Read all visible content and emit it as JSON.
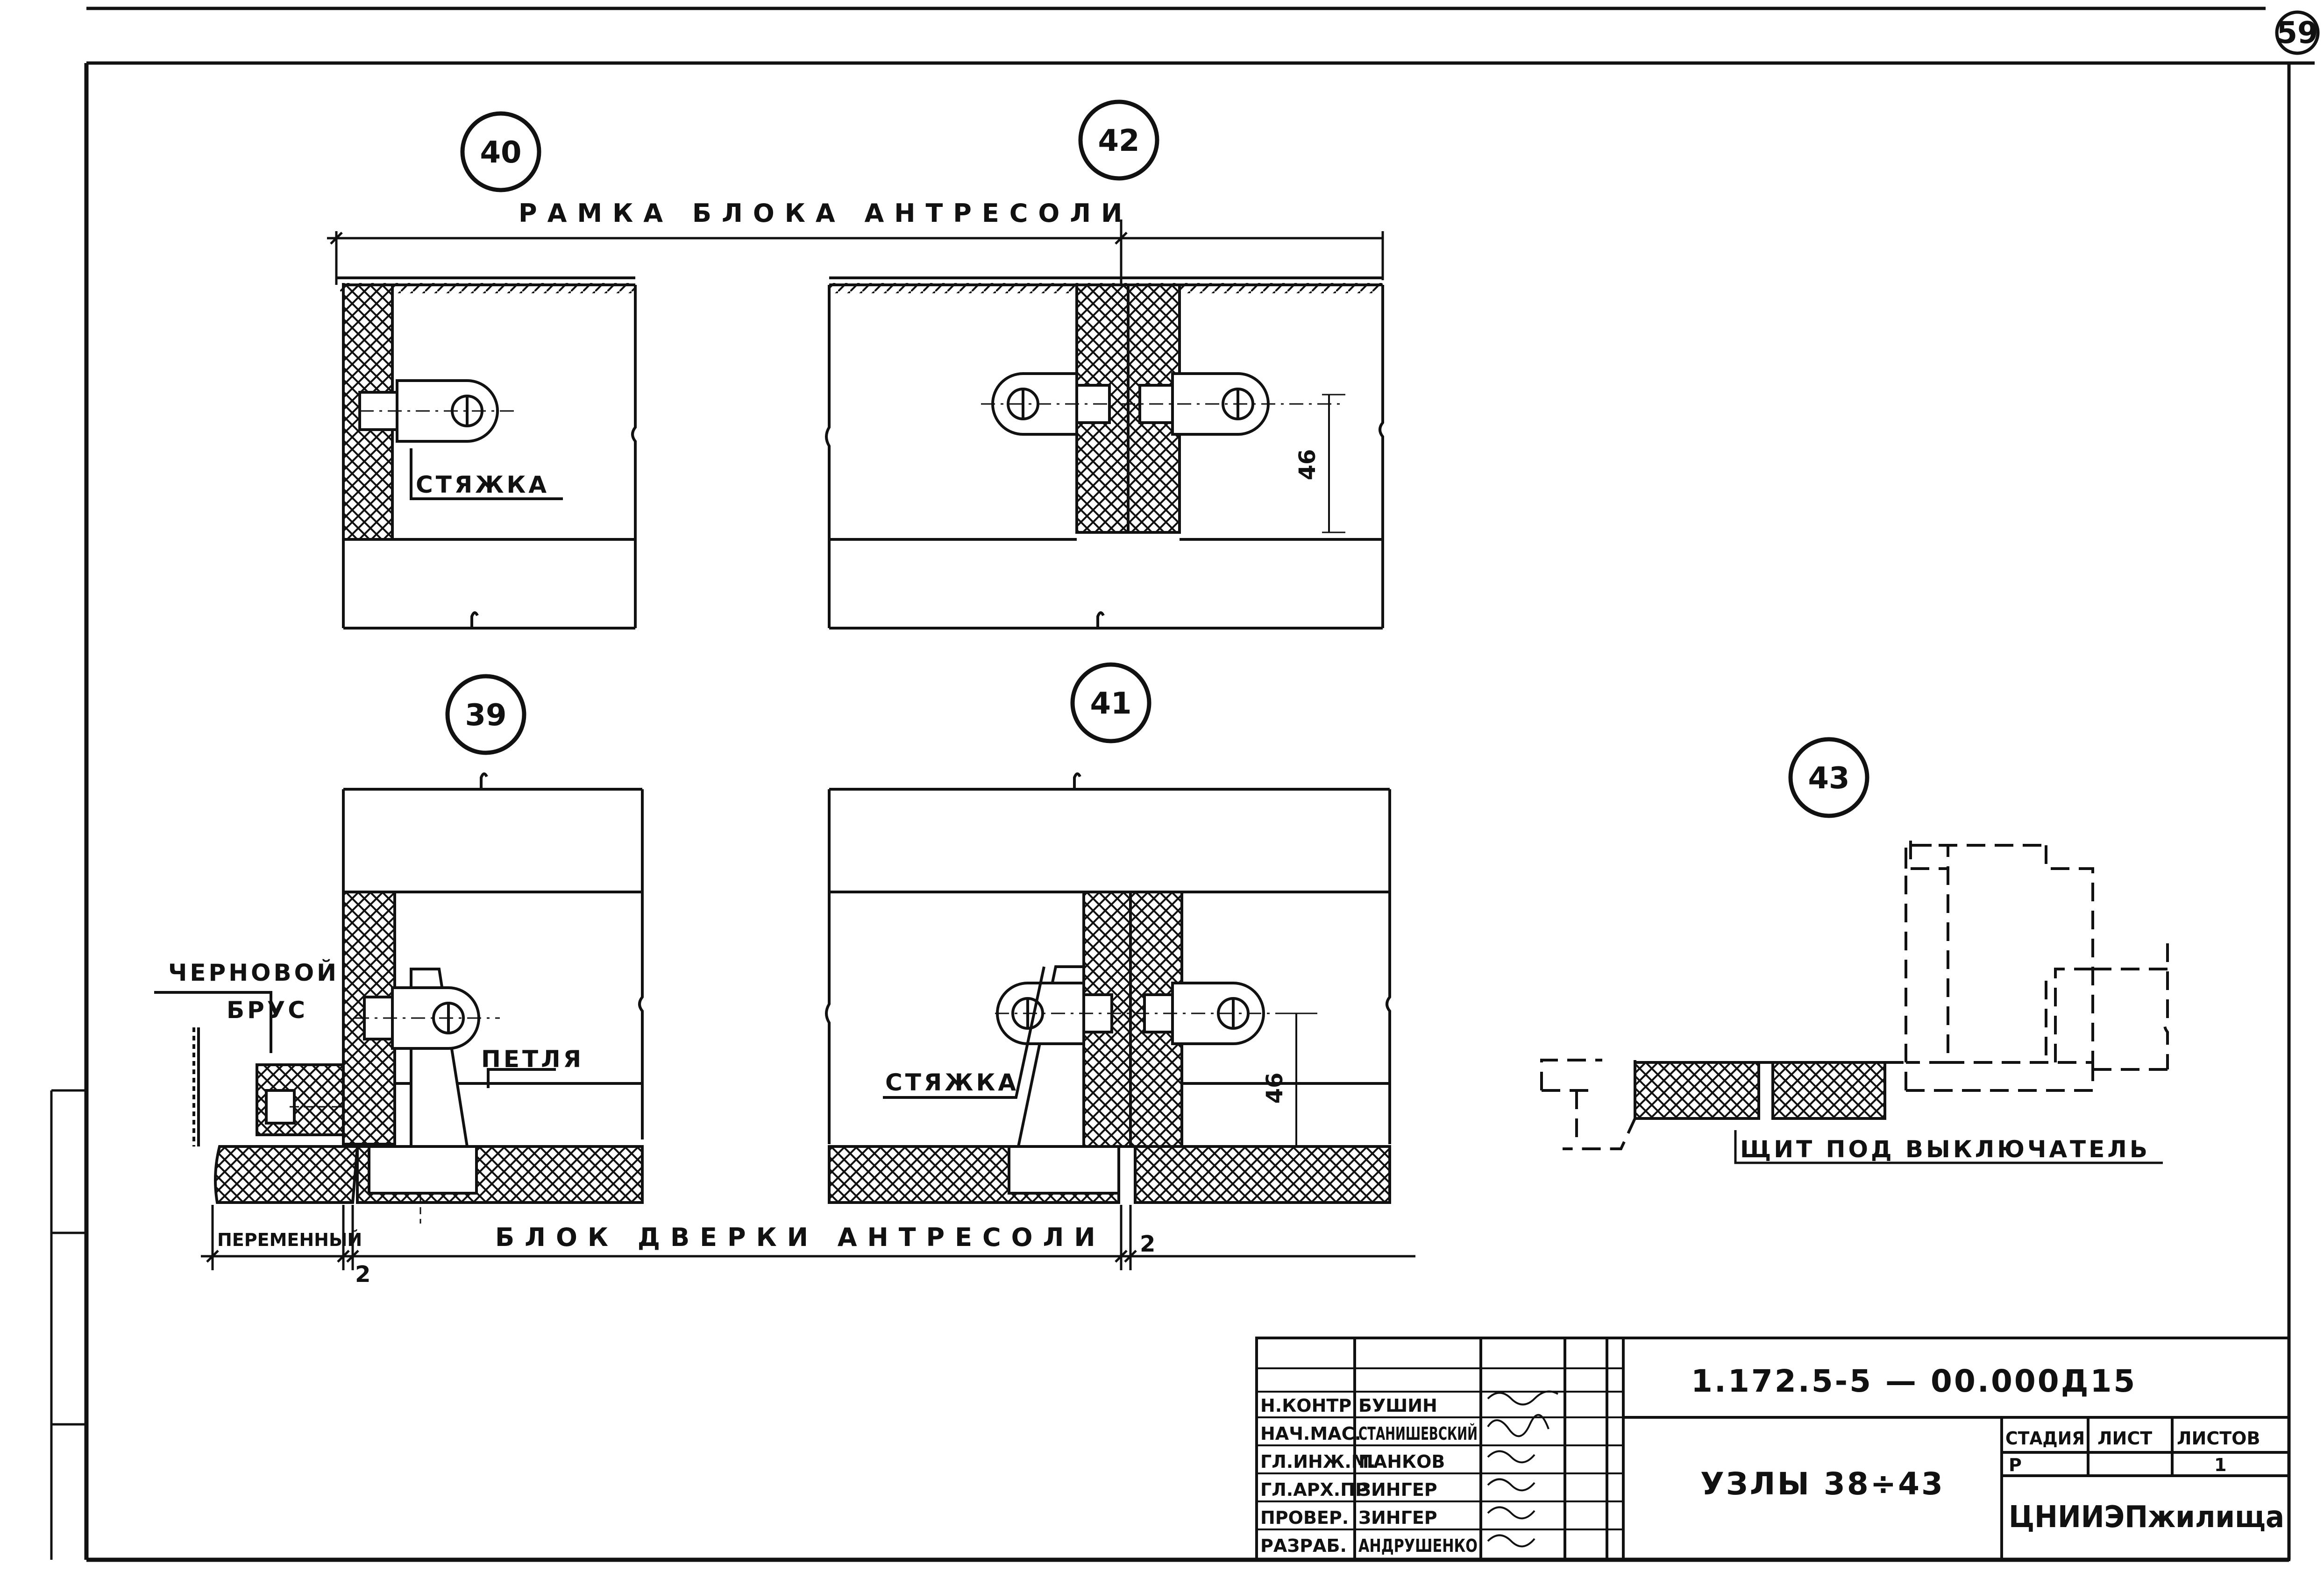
{
  "sheet_number": "59",
  "labels": {
    "frame_title": "РАМКА БЛОКА АНТРЕСОЛИ",
    "door_title": "БЛОК ДВЕРКИ АНТРЕСОЛИ",
    "tie_40": "СТЯЖКА",
    "tie_41": "СТЯЖКА",
    "rough": "ЧЕРНОВОЙ",
    "beam": "БРУС",
    "hinge": "ПЕТЛЯ",
    "variable": "ПЕРЕМЕННЫЙ",
    "switch_panel": "ЩИТ ПОД ВЫКЛЮЧАТЕЛЬ"
  },
  "nodes": {
    "n40": "40",
    "n42": "42",
    "n39": "39",
    "n41": "41",
    "n43": "43"
  },
  "dims": {
    "d42": "46",
    "d41": "46",
    "gap_39": "2",
    "gap_41": "2"
  },
  "title_block": {
    "doc_code": "1.172.5-5 — 00.000Д15",
    "title": "УЗЛЫ 38÷43",
    "roles": [
      "Н.КОНТР",
      "НАЧ.МАС.",
      "ГЛ.ИНЖ.М.",
      "ГЛ.АРХ.ПР",
      "ПРОВЕР.",
      "РАЗРАБ."
    ],
    "names": [
      "БУШИН",
      "СТАНИШЕВСКИЙ",
      "ПАНКОВ",
      "ЗИНГЕР",
      "ЗИНГЕР",
      "АНДРУШЕНКО"
    ],
    "stage_h": "СТАДИЯ",
    "sheet_h": "ЛИСТ",
    "sheets_h": "ЛИСТОВ",
    "stage": "Р",
    "sheets": "1",
    "org": "ЦНИИЭПжилища"
  }
}
